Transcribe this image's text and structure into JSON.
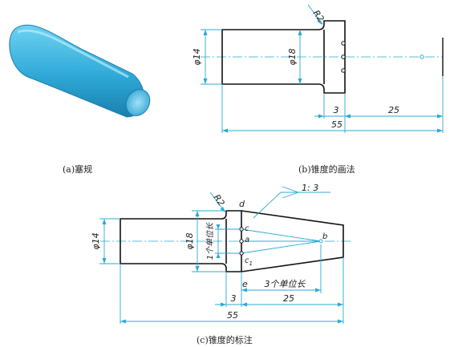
{
  "captions": {
    "a": "(a)塞规",
    "b": "(b)锥度的画法",
    "c": "(c)锥度的标注"
  },
  "view_b": {
    "radius": "R2",
    "dia_large": "φ14",
    "dia_small": "φ18",
    "dim_3": "3",
    "dim_25": "25",
    "dim_55": "55"
  },
  "view_c": {
    "radius": "R2",
    "dia_large": "φ14",
    "dia_small": "φ18",
    "taper": "1: 3",
    "unit_vertical": "1个单位长",
    "unit_horizontal": "3个单位长",
    "dim_3": "3",
    "dim_25": "25",
    "dim_55": "55",
    "pt_a": "a",
    "pt_b": "b",
    "pt_c": "c",
    "pt_c1": "c",
    "pt_c1_sub": "1",
    "pt_d": "d",
    "pt_e": "e"
  },
  "colors": {
    "dimension": "#29a9d6",
    "outline": "#111111",
    "plug_body": "#2fa9d8"
  }
}
